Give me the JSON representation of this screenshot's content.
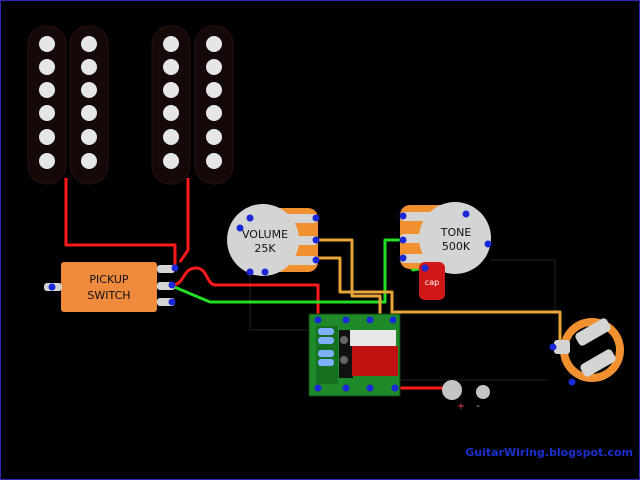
{
  "labels": {
    "pickup_switch_line1": "PICKUP",
    "pickup_switch_line2": "SWITCH",
    "volume_line1": "VOLUME",
    "volume_line2": "25K",
    "tone_line1": "TONE",
    "tone_line2": "500K",
    "cap": "cap",
    "battery_plus": "+",
    "battery_minus": "-",
    "credit": "GuitarWiring.blogspot.com"
  },
  "colors": {
    "background": "#000000",
    "border": "#2a2ab5",
    "pickup_body": "#150808",
    "pole_piece": "#e6e6e6",
    "switch_body": "#f08a3c",
    "pot_body": "#d4d4d4",
    "lug_orange": "#f0902e",
    "cap": "#d01818",
    "preamp_board": "#1f8a2a",
    "wire_red": "#ff1a1a",
    "wire_yellow": "#e8a53a",
    "wire_green": "#22dd22",
    "wire_gray": "#bfbfbf",
    "solder_dot": "#1a28d8",
    "credit_text": "#1a2fd0"
  }
}
